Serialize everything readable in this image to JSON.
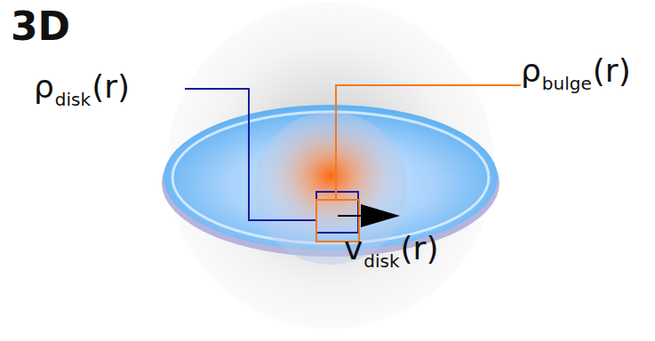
{
  "diagram": {
    "title": "3D",
    "labels": [
      "ρ",
      "disk",
      "(r)",
      "ρ",
      "bulge",
      "(r)",
      "v",
      "disk",
      "(r)"
    ]
  }
}
